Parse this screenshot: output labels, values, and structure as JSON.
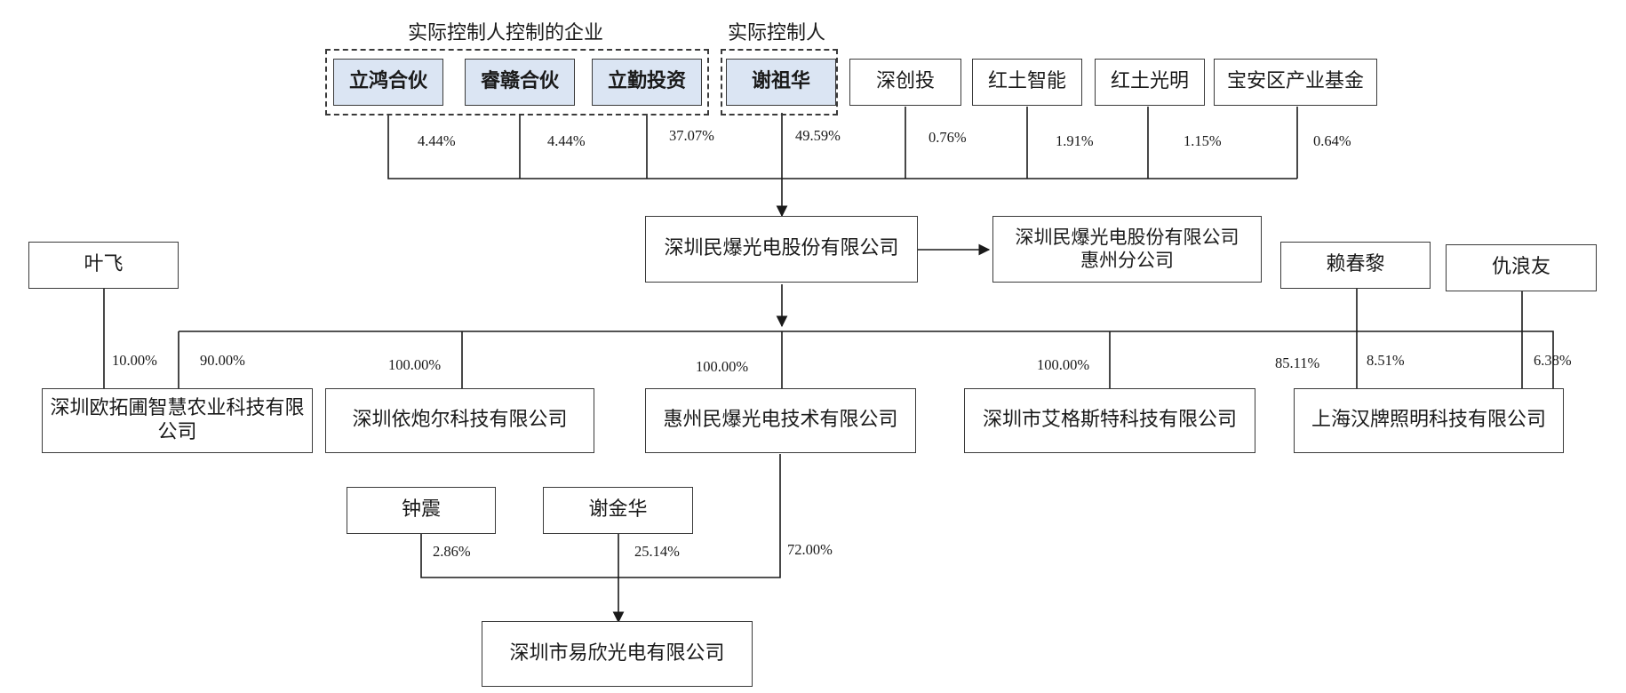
{
  "group_labels": {
    "enterprises": "实际控制人控制的企业",
    "controller": "实际控制人"
  },
  "nodes": {
    "lihong": "立鸿合伙",
    "ruigan": "睿赣合伙",
    "liqin": "立勤投资",
    "xiezuhua": "谢祖华",
    "shenchuangtou": "深创投",
    "hongtuzhineng": "红土智能",
    "hongtuguangming": "红土光明",
    "baoan_fund": "宝安区产业基金",
    "main_company": "深圳民爆光电股份有限公司",
    "huizhou_branch": "深圳民爆光电股份有限公司\n惠州分公司",
    "yefei": "叶飞",
    "laichunli": "赖春黎",
    "qiulangyou": "仇浪友",
    "outuopu": "深圳欧拓圃智慧农业科技有限\n公司",
    "yipaoer": "深圳依炮尔科技有限公司",
    "huizhou_tech": "惠州民爆光电技术有限公司",
    "aigesite": "深圳市艾格斯特科技有限公司",
    "hanpai": "上海汉牌照明科技有限公司",
    "zhongzhen": "钟震",
    "xiejinhua": "谢金华",
    "yixin": "深圳市易欣光电有限公司"
  },
  "percentages": {
    "lihong": "4.44%",
    "ruigan": "4.44%",
    "liqin": "37.07%",
    "xiezuhua": "49.59%",
    "shenchuangtou": "0.76%",
    "hongtuzhineng": "1.91%",
    "hongtuguangming": "1.15%",
    "baoan_fund": "0.64%",
    "yefei_outuopu": "10.00%",
    "main_outuopu": "90.00%",
    "main_yipaoer": "100.00%",
    "main_huizhou_tech": "100.00%",
    "main_aigesite": "100.00%",
    "main_hanpai": "85.11%",
    "laichunli_hanpai": "8.51%",
    "qiulangyou_hanpai": "6.38%",
    "zhongzhen_yixin": "2.86%",
    "xiejinhua_yixin": "25.14%",
    "huizhou_tech_yixin": "72.00%"
  }
}
